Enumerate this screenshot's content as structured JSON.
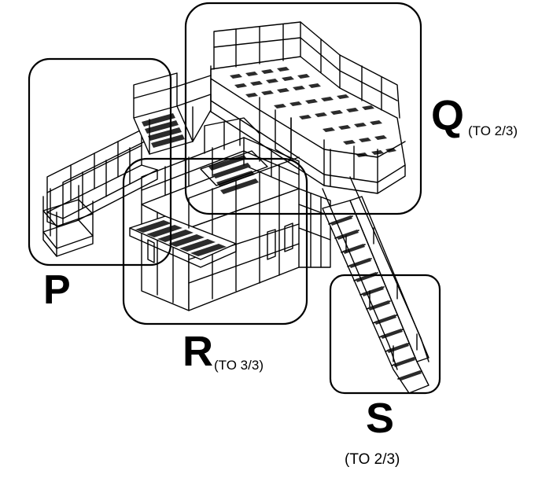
{
  "colors": {
    "ink": "#000000",
    "paper": "#ffffff",
    "grating": "#2b2b2b"
  },
  "callouts": [
    {
      "id": "P",
      "letter": "P",
      "note": ""
    },
    {
      "id": "Q",
      "letter": "Q",
      "note": "(TO 2/3)"
    },
    {
      "id": "R",
      "letter": "R",
      "note": "(TO 3/3)"
    },
    {
      "id": "S",
      "letter": "S",
      "note": "(TO 2/3)"
    }
  ]
}
